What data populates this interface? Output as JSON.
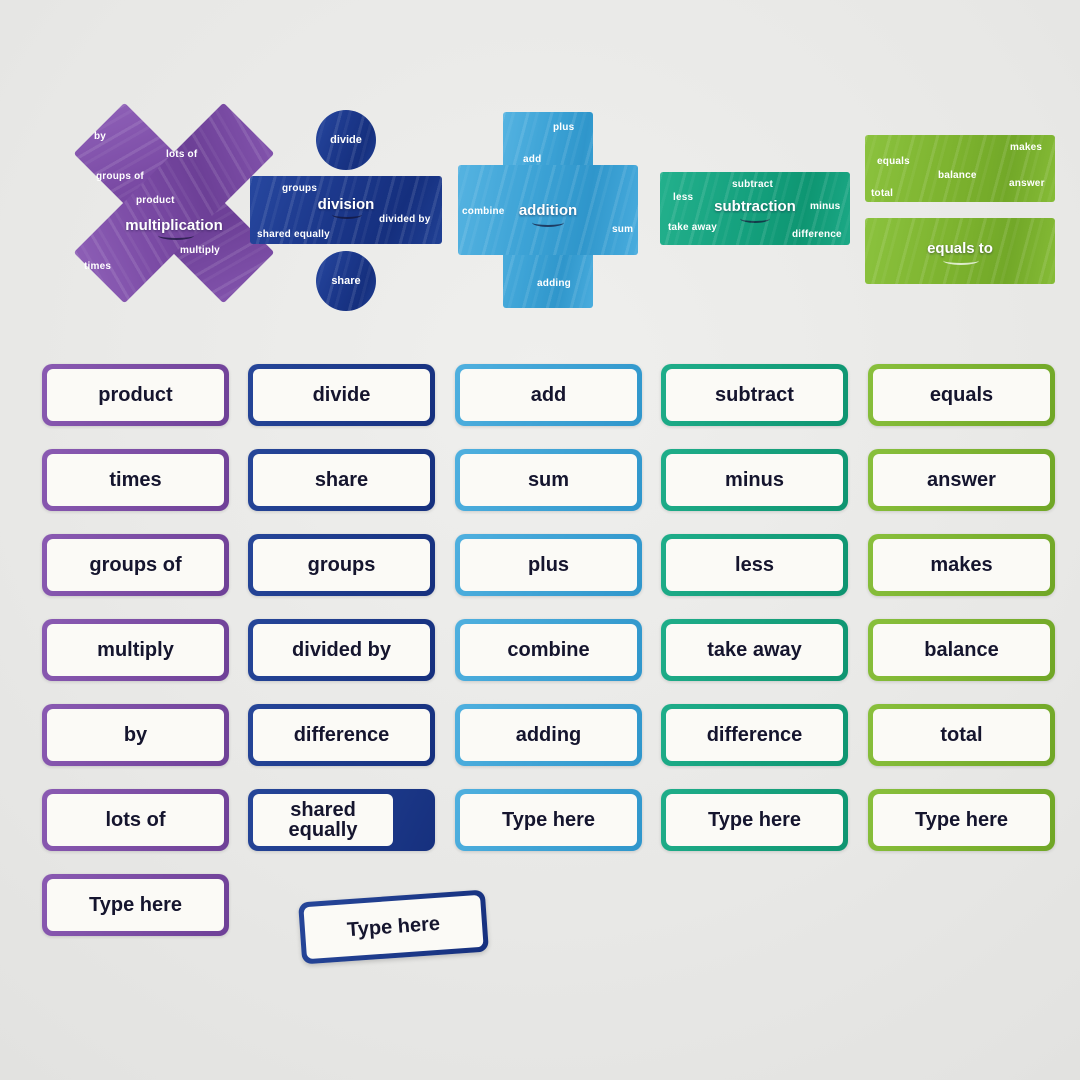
{
  "colors": {
    "purple": "#7a4aa4",
    "darkblue": "#1b378a",
    "lightblue": "#3da3d6",
    "teal": "#15a17e",
    "green": "#7db32f",
    "cardbg": "#fbfaf6",
    "ink": "#15152e",
    "background": "#e8e8e6"
  },
  "shapes": {
    "multiplication": {
      "label": "multiplication",
      "words": [
        "by",
        "lots of",
        "groups of",
        "product",
        "multiply",
        "times"
      ]
    },
    "division": {
      "label": "division",
      "top_circle": "divide",
      "bottom_circle": "share",
      "words": [
        "groups",
        "divided by",
        "shared equally"
      ]
    },
    "addition": {
      "label": "addition",
      "words": [
        "plus",
        "add",
        "combine",
        "sum",
        "adding"
      ]
    },
    "subtraction": {
      "label": "subtraction",
      "words": [
        "subtract",
        "less",
        "minus",
        "take away",
        "difference"
      ]
    },
    "equals": {
      "label": "equals to",
      "words": [
        "equals",
        "makes",
        "balance",
        "total",
        "answer"
      ]
    }
  },
  "cards": {
    "columns": [
      {
        "name": "multiplication",
        "items": [
          "product",
          "times",
          "groups of",
          "multiply",
          "by",
          "lots of",
          "Type here"
        ]
      },
      {
        "name": "division",
        "items": [
          "divide",
          "share",
          "groups",
          "divided by",
          "difference",
          "shared equally"
        ]
      },
      {
        "name": "addition",
        "items": [
          "add",
          "sum",
          "plus",
          "combine",
          "adding",
          "Type here"
        ]
      },
      {
        "name": "subtraction",
        "items": [
          "subtract",
          "minus",
          "less",
          "take away",
          "difference",
          "Type here"
        ]
      },
      {
        "name": "equals",
        "items": [
          "equals",
          "answer",
          "makes",
          "balance",
          "total",
          "Type here"
        ]
      }
    ],
    "tilted_card": "Type here"
  }
}
